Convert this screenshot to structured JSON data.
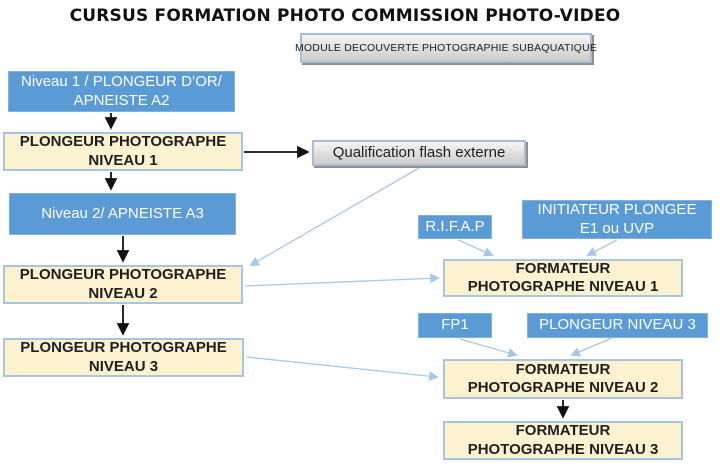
{
  "title": "CURSUS FORMATION PHOTO COMMISSION PHOTO-VIDEO",
  "banner": "MODULE DECOUVERTE PHOTOGRAPHIE SUBAQUATIQUE",
  "left_column": {
    "prereq_niveau1": "Niveau 1 / PLONGEUR D’OR/ APNEISTE A2",
    "plongeur_photographe_niveau1": "PLONGEUR PHOTOGRAPHE NIVEAU 1",
    "prereq_niveau2": "Niveau 2/ APNEISTE A3",
    "plongeur_photographe_niveau2": "PLONGEUR PHOTOGRAPHE NIVEAU 2",
    "plongeur_photographe_niveau3": "PLONGEUR PHOTOGRAPHE NIVEAU 3"
  },
  "middle": {
    "qualification_flash": "Qualification flash externe"
  },
  "right_column": {
    "rifap": "R.I.F.A.P",
    "initiateur": "INITIATEUR PLONGEE E1 ou UVP",
    "formateur_niveau1": "FORMATEUR PHOTOGRAPHE NIVEAU 1",
    "fp1": "FP1",
    "plongeur_niveau3": "PLONGEUR NIVEAU 3",
    "formateur_niveau2": "FORMATEUR PHOTOGRAPHE NIVEAU 2",
    "formateur_niveau3": "FORMATEUR PHOTOGRAPHE NIVEAU 3"
  },
  "colors": {
    "blue_box": "#5b9bd5",
    "cream_fill": "#fdf2d0",
    "cream_border": "#a9c4de",
    "gray_fill": "#d9d9d9",
    "arrow_blue": "#a8c7e7",
    "arrow_black": "#111111"
  }
}
